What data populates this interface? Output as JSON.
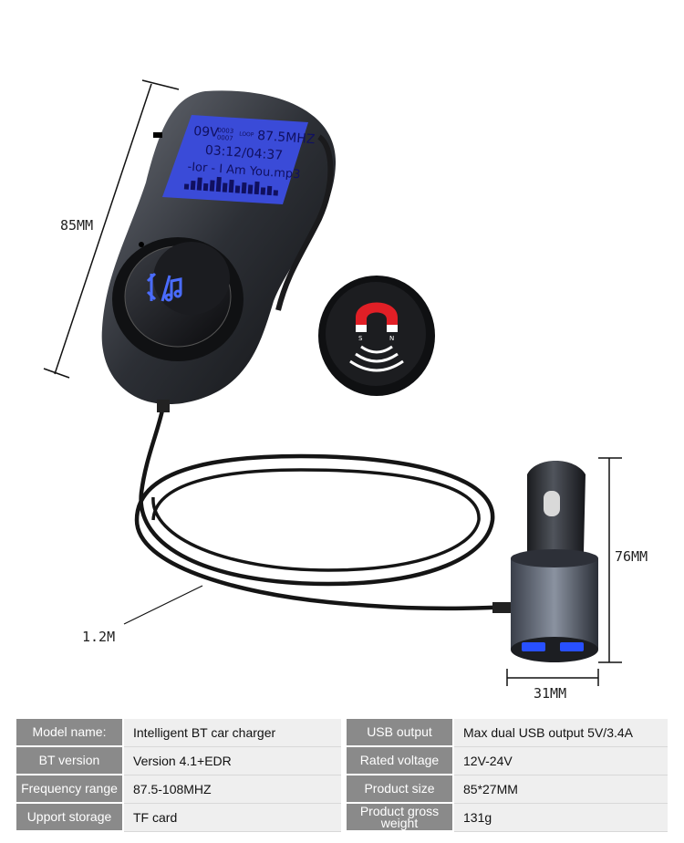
{
  "dimensions": {
    "height": "85MM",
    "charger_height": "76MM",
    "charger_width": "31MM",
    "cable_length": "1.2M"
  },
  "lcd": {
    "voltage": "09V",
    "track_top": "0003",
    "track_bottom": "0007",
    "mode": "LOOP",
    "frequency": "87.5MHZ",
    "time": "03:12/04:37",
    "song": "-Ior - I Am You.mp3"
  },
  "magnet_icon": {
    "pole_s": "S",
    "pole_n": "N"
  },
  "icons": [
    "bluetooth-music-icon",
    "magnet-icon",
    "usb-port-icon"
  ],
  "colors": {
    "lcd_background": "#3a4bd8",
    "magnet_red": "#e11f26",
    "spec_header": "#8a8a8a",
    "spec_value_bg": "#efefef"
  },
  "specs": {
    "left": [
      {
        "label": "Model name:",
        "value": "Intelligent BT  car charger"
      },
      {
        "label": "BT version",
        "value": "Version 4.1+EDR"
      },
      {
        "label": "Frequency range",
        "value": "87.5-108MHZ"
      },
      {
        "label": "Upport storage",
        "value": "TF card"
      }
    ],
    "right": [
      {
        "label": "USB output",
        "value": "Max dual USB output 5V/3.4A"
      },
      {
        "label": "Rated voltage",
        "value": "12V-24V"
      },
      {
        "label": "Product size",
        "value": "85*27MM"
      },
      {
        "label": "Product gross weight",
        "value": "131g"
      }
    ]
  }
}
